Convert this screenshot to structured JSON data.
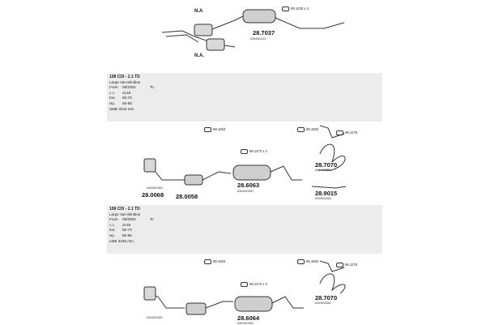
{
  "top": {
    "na_labels": [
      "N.A",
      "N.A."
    ],
    "clamp": "99.1026 x 4",
    "part": {
      "code": "28.7037",
      "oem": "6394901115"
    }
  },
  "sections": [
    {
      "title": "108 CDI - 2.1 TD",
      "vehicle": "Large Van-Minibus",
      "from_label": "From",
      "from_value": "09/2003",
      "to_label": "To",
      "specs": [
        {
          "k": "c.c.",
          "v": "2148"
        },
        {
          "k": "Kw.",
          "v": "55-70"
        },
        {
          "k": "Hp.",
          "v": "55-95"
        }
      ],
      "note": "SMB 3333 mm",
      "clamps": [
        "99.1063",
        "99.1063",
        "99.1275",
        "99.1272 x 3"
      ],
      "parts": [
        {
          "code": "28.0068",
          "oem": "6394903381"
        },
        {
          "code": "28.0058",
          "oem": ""
        },
        {
          "code": "28.6063",
          "oem": "6394903081"
        },
        {
          "code": "28.7070",
          "oem": "6394903581"
        },
        {
          "code": "28.9015",
          "oem": "6394903081"
        }
      ]
    },
    {
      "title": "108 CDI - 2.1 TD",
      "vehicle": "Large Van-Minibus",
      "from_label": "From",
      "from_value": "09/2003",
      "to_label": "To",
      "specs": [
        {
          "k": "c.c.",
          "v": "2148"
        },
        {
          "k": "Kw.",
          "v": "55-70"
        },
        {
          "k": "Hp.",
          "v": "55-95"
        }
      ],
      "note": "LMB 3435 mm",
      "clamps": [
        "99.1063",
        "99.1063",
        "99.1275",
        "99.1272 x 3"
      ],
      "parts": [
        {
          "code": "",
          "oem": "6394903381"
        },
        {
          "code": "28.6064",
          "oem": "6394903081"
        },
        {
          "code": "28.7070",
          "oem": "6394903581"
        }
      ]
    }
  ]
}
